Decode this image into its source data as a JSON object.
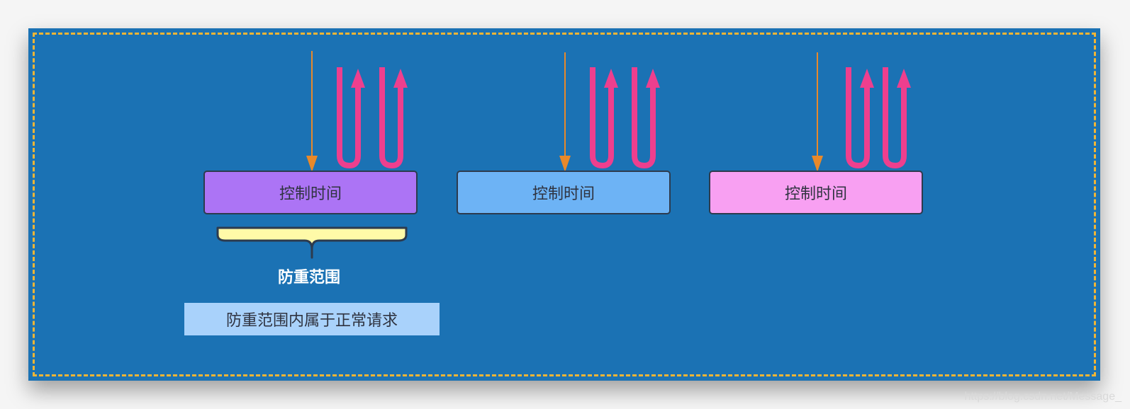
{
  "diagram": {
    "blocks": [
      {
        "label": "控制时间",
        "color": "#ac74f5"
      },
      {
        "label": "控制时间",
        "color": "#6db3f5"
      },
      {
        "label": "控制时间",
        "color": "#f8a0f2"
      }
    ],
    "brace_label": "防重范围",
    "note": "防重范围内属于正常请求",
    "colors": {
      "background": "#1b72b4",
      "dashed_border": "#f0b536",
      "incoming_arrow": "#e8892a",
      "return_arrow": "#ee3f8e",
      "brace_fill": "#fffaa8",
      "note_fill": "#a9d2fb"
    }
  },
  "watermark": "https://blog.csdn.net/Message_"
}
